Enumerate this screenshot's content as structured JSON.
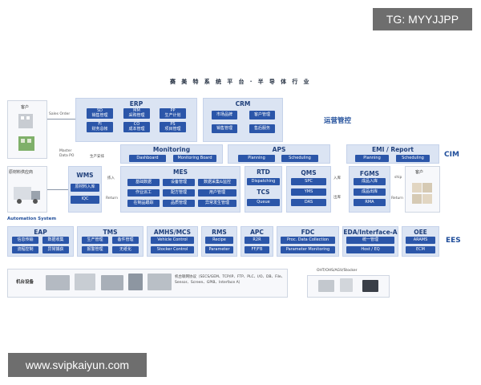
{
  "watermark_top": "TG: MYYJJPP",
  "watermark_bottom": "www.svipkaiyun.com",
  "title": "赛 美 特   系 统 平 台 · 半 导 体 行 业",
  "left": {
    "customer": "客户",
    "supplier": "原材料供应商",
    "sales_order": "Sales Order",
    "master_data": "Master Data PO",
    "production_schedule": "生产安排",
    "inbound": "拣入",
    "return": "Return"
  },
  "right": {
    "customer": "客户",
    "inbound": "入库",
    "ship": "ship",
    "out": "出库",
    "return": "Return"
  },
  "labels": {
    "ops": "运营管控",
    "cim": "CIM",
    "ees": "EES",
    "automation": "Automation System",
    "equipment": "机台设备"
  },
  "erp": {
    "title": "ERP",
    "items": [
      "SD\n销售管理",
      "MM\n采购管理",
      "PP\n生产计划",
      "FI\n财务总帐",
      "CO\n成本管理",
      "PS\n项目管理"
    ]
  },
  "crm": {
    "title": "CRM",
    "items": [
      "市场品牌",
      "客户管理",
      "销售管理",
      "售后服务"
    ]
  },
  "monitoring": {
    "title": "Monitoring",
    "items": [
      "Dashboard",
      "Monitoring Board"
    ]
  },
  "aps": {
    "title": "APS",
    "items": [
      "Planning",
      "Scheduling"
    ]
  },
  "emi": {
    "title": "EMI / Report",
    "items": [
      "Planning",
      "Scheduling"
    ]
  },
  "wms": {
    "title": "WMS",
    "items": [
      "原材料入库",
      "IQC"
    ]
  },
  "mes": {
    "title": "MES",
    "items": [
      "基础数据",
      "设备管理",
      "数据采集&监控",
      "作业派工",
      "配方管理",
      "用户管理",
      "在制品跟踪",
      "品质管理",
      "异常发生管理"
    ]
  },
  "rtd": {
    "title": "RTD",
    "items": [
      "Dispatching"
    ]
  },
  "tcs": {
    "title": "TCS",
    "items": [
      "Queue"
    ]
  },
  "qms": {
    "title": "QMS",
    "items": [
      "SPC",
      "YMS",
      "DAS"
    ]
  },
  "fgms": {
    "title": "FGMS",
    "items": [
      "成品入库",
      "成品出库",
      "RMA"
    ]
  },
  "eap": {
    "title": "EAP",
    "items": [
      "信息传输",
      "数据收集",
      "流程控制",
      "异常捕获"
    ]
  },
  "tms": {
    "title": "TMS",
    "items": [
      "生产管理",
      "备件管理",
      "报警管理",
      "无纸化"
    ]
  },
  "amhs": {
    "title": "AMHS/MCS",
    "items": [
      "Vehicle Control",
      "Stocker Control"
    ]
  },
  "rms": {
    "title": "RMS",
    "items": [
      "Recipe",
      "Parameter"
    ]
  },
  "apc": {
    "title": "APC",
    "items": [
      "R2R",
      "FF/FB"
    ]
  },
  "fdc": {
    "title": "FDC",
    "items": [
      "Proc. Data Collection",
      "Parameter Monitoring"
    ]
  },
  "eda": {
    "title": "EDA/Interface-A",
    "items": [
      "统一管理",
      "Host / EQ"
    ]
  },
  "oee": {
    "title": "OEE",
    "items": [
      "ARAMS",
      "ECM"
    ]
  },
  "equipment": {
    "protocols": "机台联网协议（SECS/GEM、TCP/IP、FTP、PLC、I/O、DB、File、Sensor、Screen、GPIB、Interface A）",
    "oht": "OHT/OHS/AGV/Stocker"
  }
}
